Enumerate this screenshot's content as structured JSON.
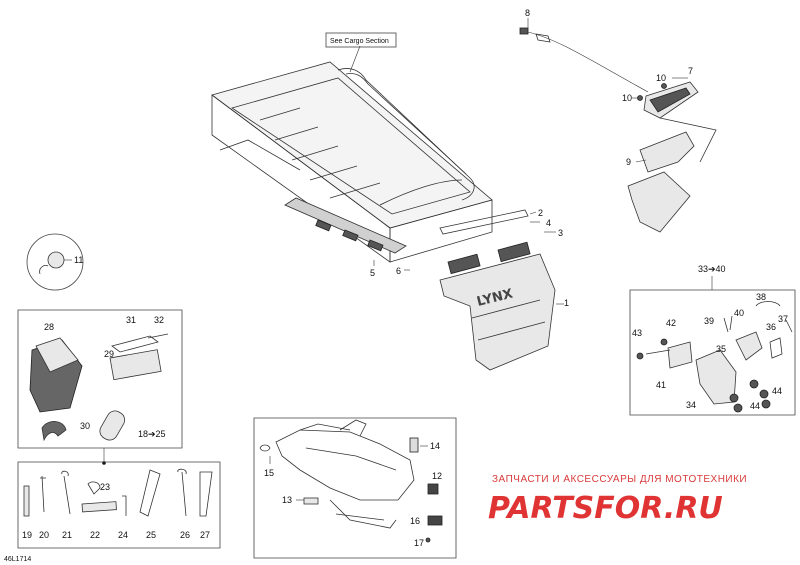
{
  "diagram": {
    "note_label": "See Cargo Section",
    "drawing_code": "46L1714",
    "watermark": {
      "tagline": "ЗАПЧАСТИ И АКСЕССУАРЫ ДЛЯ МОТОТЕХНИКИ",
      "logo": "PARTSFOR.RU"
    },
    "callouts": {
      "c1": "1",
      "c2": "2",
      "c3": "3",
      "c4": "4",
      "c5": "5",
      "c6": "6",
      "c7": "7",
      "c8": "8",
      "c9": "9",
      "c10a": "10",
      "c10b": "10",
      "c11": "11",
      "c12": "12",
      "c13": "13",
      "c14": "14",
      "c15": "15",
      "c16": "16",
      "c17": "17",
      "c18": "18➔25",
      "c19": "19",
      "c20": "20",
      "c21": "21",
      "c22": "22",
      "c23": "23",
      "c24": "24",
      "c25": "25",
      "c26": "26",
      "c27": "27",
      "c28": "28",
      "c29": "29",
      "c30": "30",
      "c31": "31",
      "c32": "32",
      "c33": "33➔40",
      "c34": "34",
      "c35": "35",
      "c36": "36",
      "c37": "37",
      "c38": "38",
      "c39": "39",
      "c40": "40",
      "c41": "41",
      "c42": "42",
      "c43": "43",
      "c44a": "44",
      "c44b": "44"
    }
  }
}
